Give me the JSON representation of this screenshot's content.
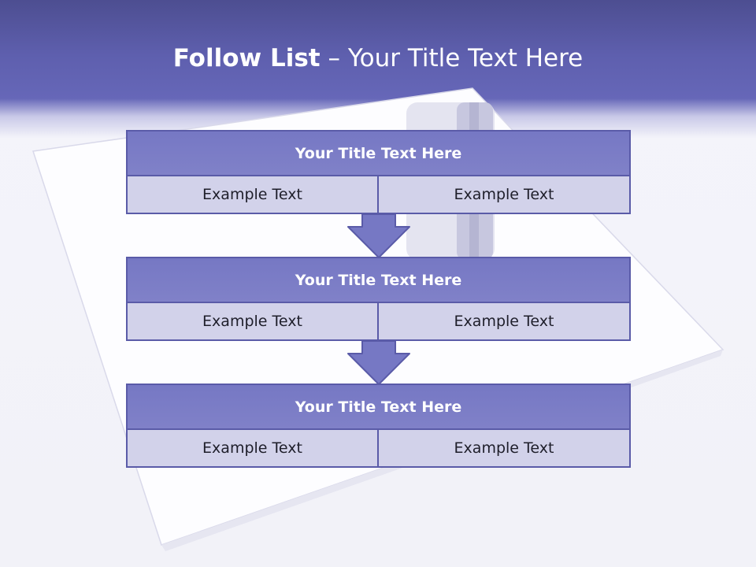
{
  "slide": {
    "title_bold": "Follow List",
    "title_rest": "– Your Title Text Here"
  },
  "steps": [
    {
      "title": "Your Title Text Here",
      "left": "Example Text",
      "right": "Example Text"
    },
    {
      "title": "Your Title Text Here",
      "left": "Example Text",
      "right": "Example Text"
    },
    {
      "title": "Your Title Text Here",
      "left": "Example Text",
      "right": "Example Text"
    }
  ],
  "colors": {
    "header_band": "#5e5fae",
    "box_header": "#7a7bc5",
    "box_cell": "#d2d2ea",
    "border": "#5a5ba8",
    "arrow": "#7678c4"
  },
  "icons": {
    "connector": "down-arrow-icon",
    "background": "paper-and-pen-illustration"
  }
}
